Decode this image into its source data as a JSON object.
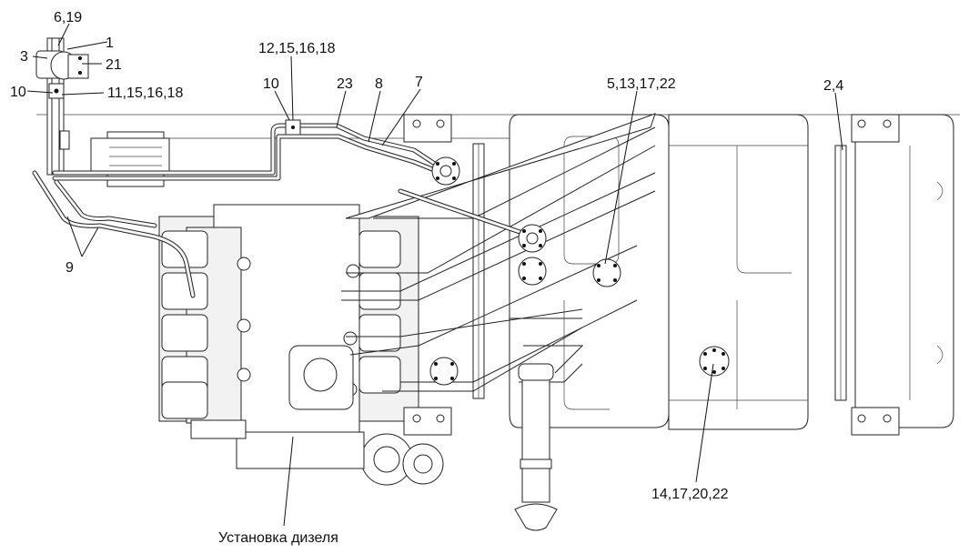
{
  "labels": {
    "l_6_19": "6,19",
    "l_1": "1",
    "l_3": "3",
    "l_21": "21",
    "l_10a": "10",
    "l_11": "11,15,16,18",
    "l_12": "12,15,16,18",
    "l_10b": "10",
    "l_23": "23",
    "l_8": "8",
    "l_7": "7",
    "l_5": "5,13,17,22",
    "l_2_4": "2,4",
    "l_9": "9",
    "l_14": "14,17,20,22",
    "l_engine": "Установка дизеля"
  }
}
